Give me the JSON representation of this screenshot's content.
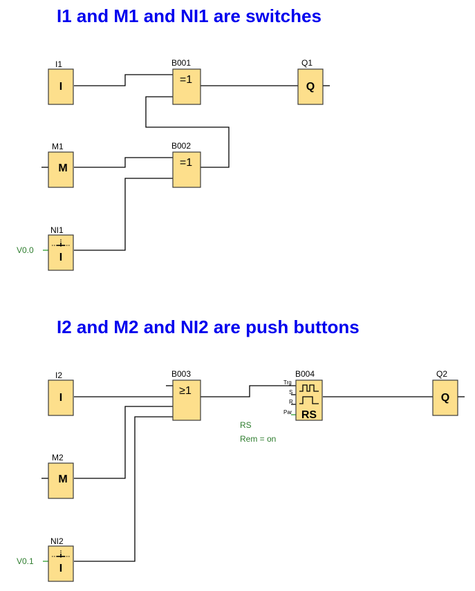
{
  "titles": {
    "section1": "I1 and M1 and NI1 are switches",
    "section2": "I2 and M2 and NI2 are push buttons"
  },
  "blocks": {
    "i1": {
      "name": "I1",
      "symbol": "I"
    },
    "m1": {
      "name": "M1",
      "symbol": "M"
    },
    "ni1": {
      "name": "NI1",
      "symbol": "I",
      "param": "V0.0"
    },
    "b001": {
      "name": "B001",
      "symbol": "=1"
    },
    "b002": {
      "name": "B002",
      "symbol": "=1"
    },
    "q1": {
      "name": "Q1",
      "symbol": "Q"
    },
    "i2": {
      "name": "I2",
      "symbol": "I"
    },
    "m2": {
      "name": "M2",
      "symbol": "M"
    },
    "ni2": {
      "name": "NI2",
      "symbol": "I",
      "param": "V0.1"
    },
    "b003": {
      "name": "B003",
      "symbol": "≥1"
    },
    "b004": {
      "name": "B004",
      "symbol": "RS",
      "pins": [
        "Trg",
        "S",
        "R",
        "Par"
      ],
      "note1": "RS",
      "note2": "Rem = on"
    },
    "q2": {
      "name": "Q2",
      "symbol": "Q"
    }
  },
  "colors": {
    "title": "#0000ee",
    "block_fill": "#fddf8c",
    "param_text": "#2e7d2e"
  }
}
